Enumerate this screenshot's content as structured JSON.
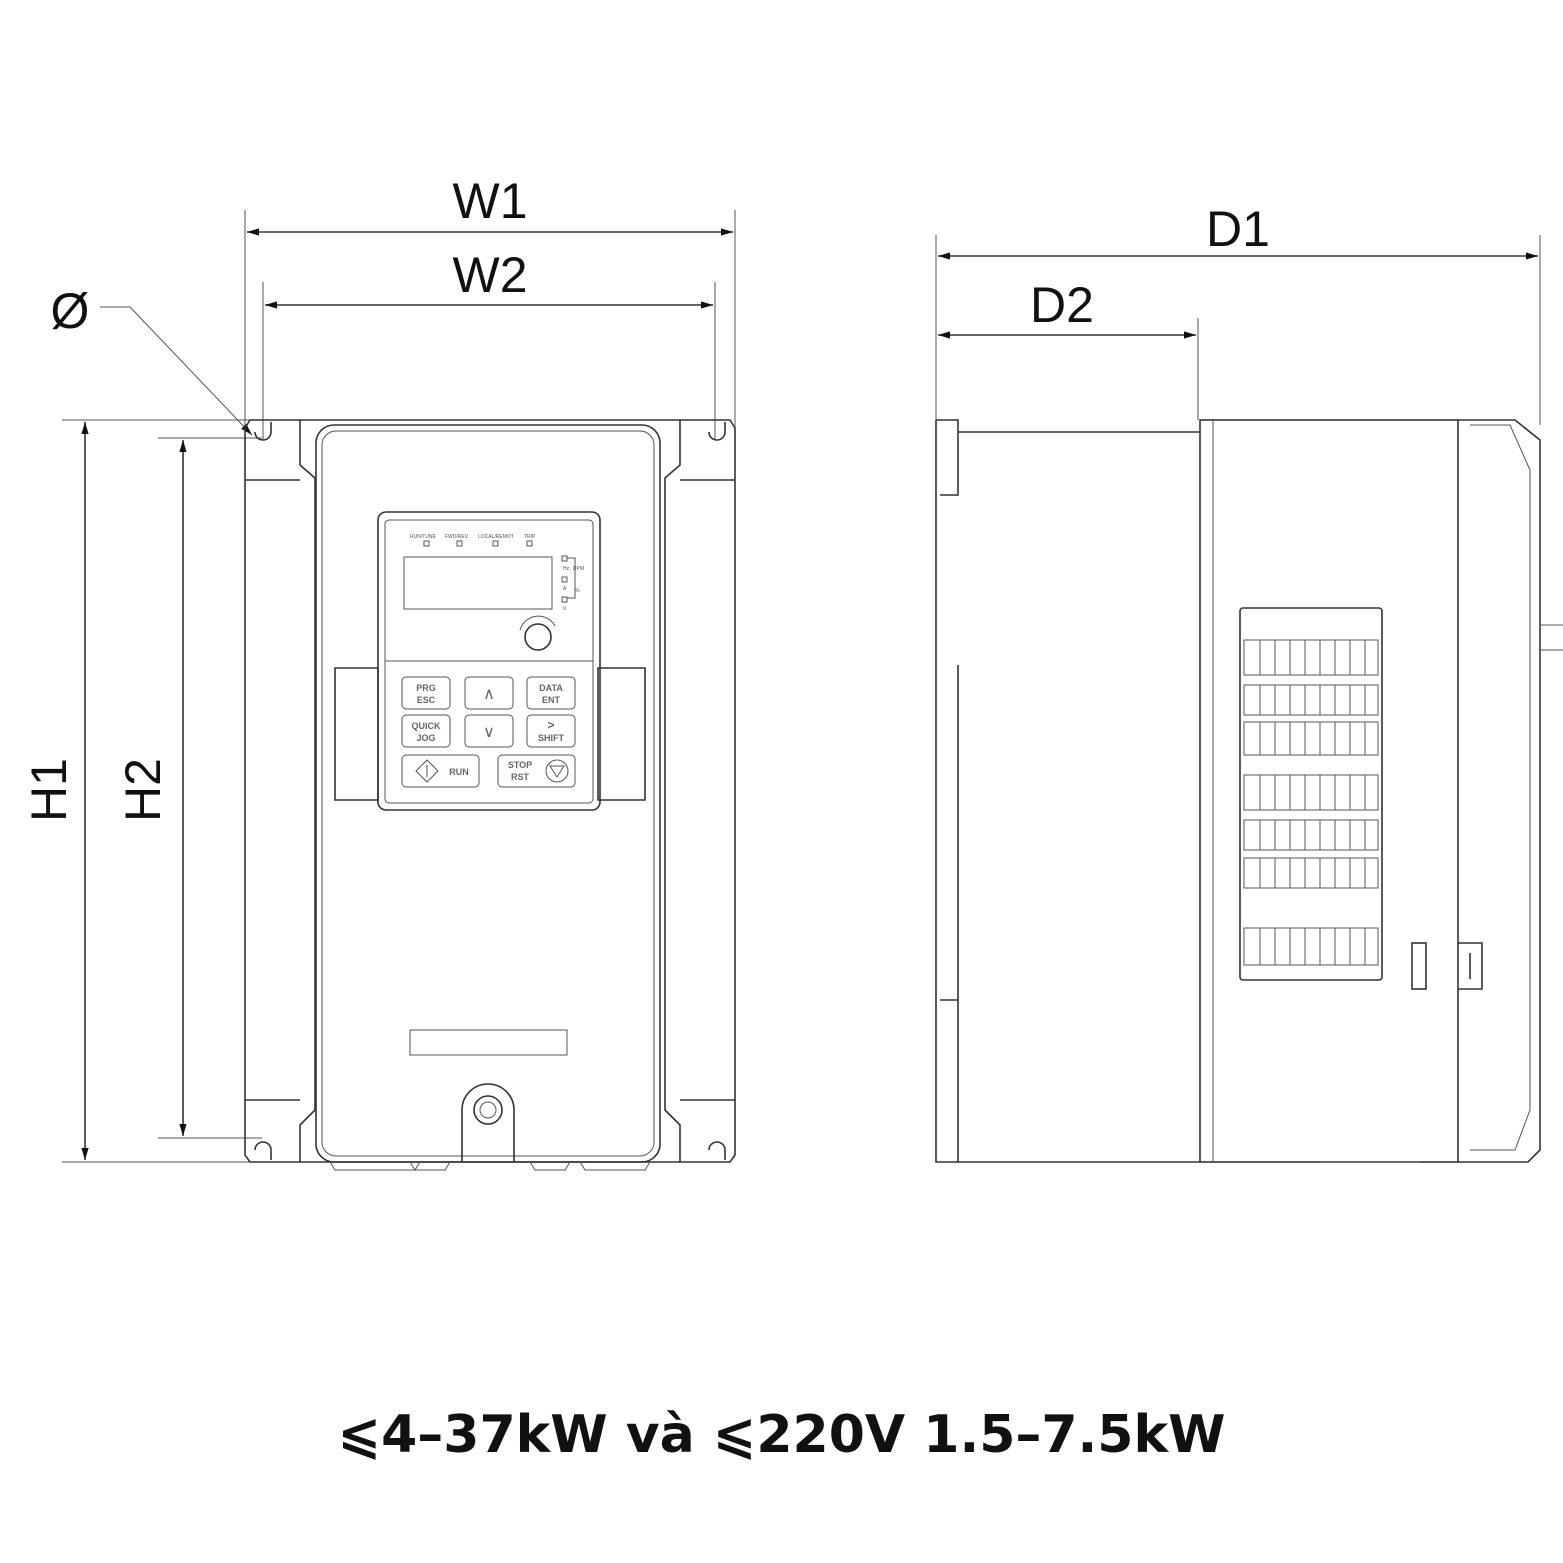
{
  "dimensions": {
    "w1": "W1",
    "w2": "W2",
    "hole": "Ø",
    "h1": "H1",
    "h2": "H2",
    "d1": "D1",
    "d2": "D2"
  },
  "keypad": {
    "indicators": [
      "RUN/TUNE",
      "FWD/REV",
      "LOCAL/REMOT",
      "TRIP"
    ],
    "units": [
      "Hz",
      "RPM",
      "A",
      "%",
      "V"
    ],
    "keys": {
      "prg": "PRG",
      "esc": "ESC",
      "up": "∧",
      "data": "DATA",
      "ent": "ENT",
      "quick": "QUICK",
      "jog": "JOG",
      "down": "∨",
      "shift_arrow": ">",
      "shift": "SHIFT",
      "run": "RUN",
      "stop": "STOP",
      "rst": "RST"
    }
  },
  "caption": "⩽4–37kW và ⩽220V 1.5–7.5kW"
}
